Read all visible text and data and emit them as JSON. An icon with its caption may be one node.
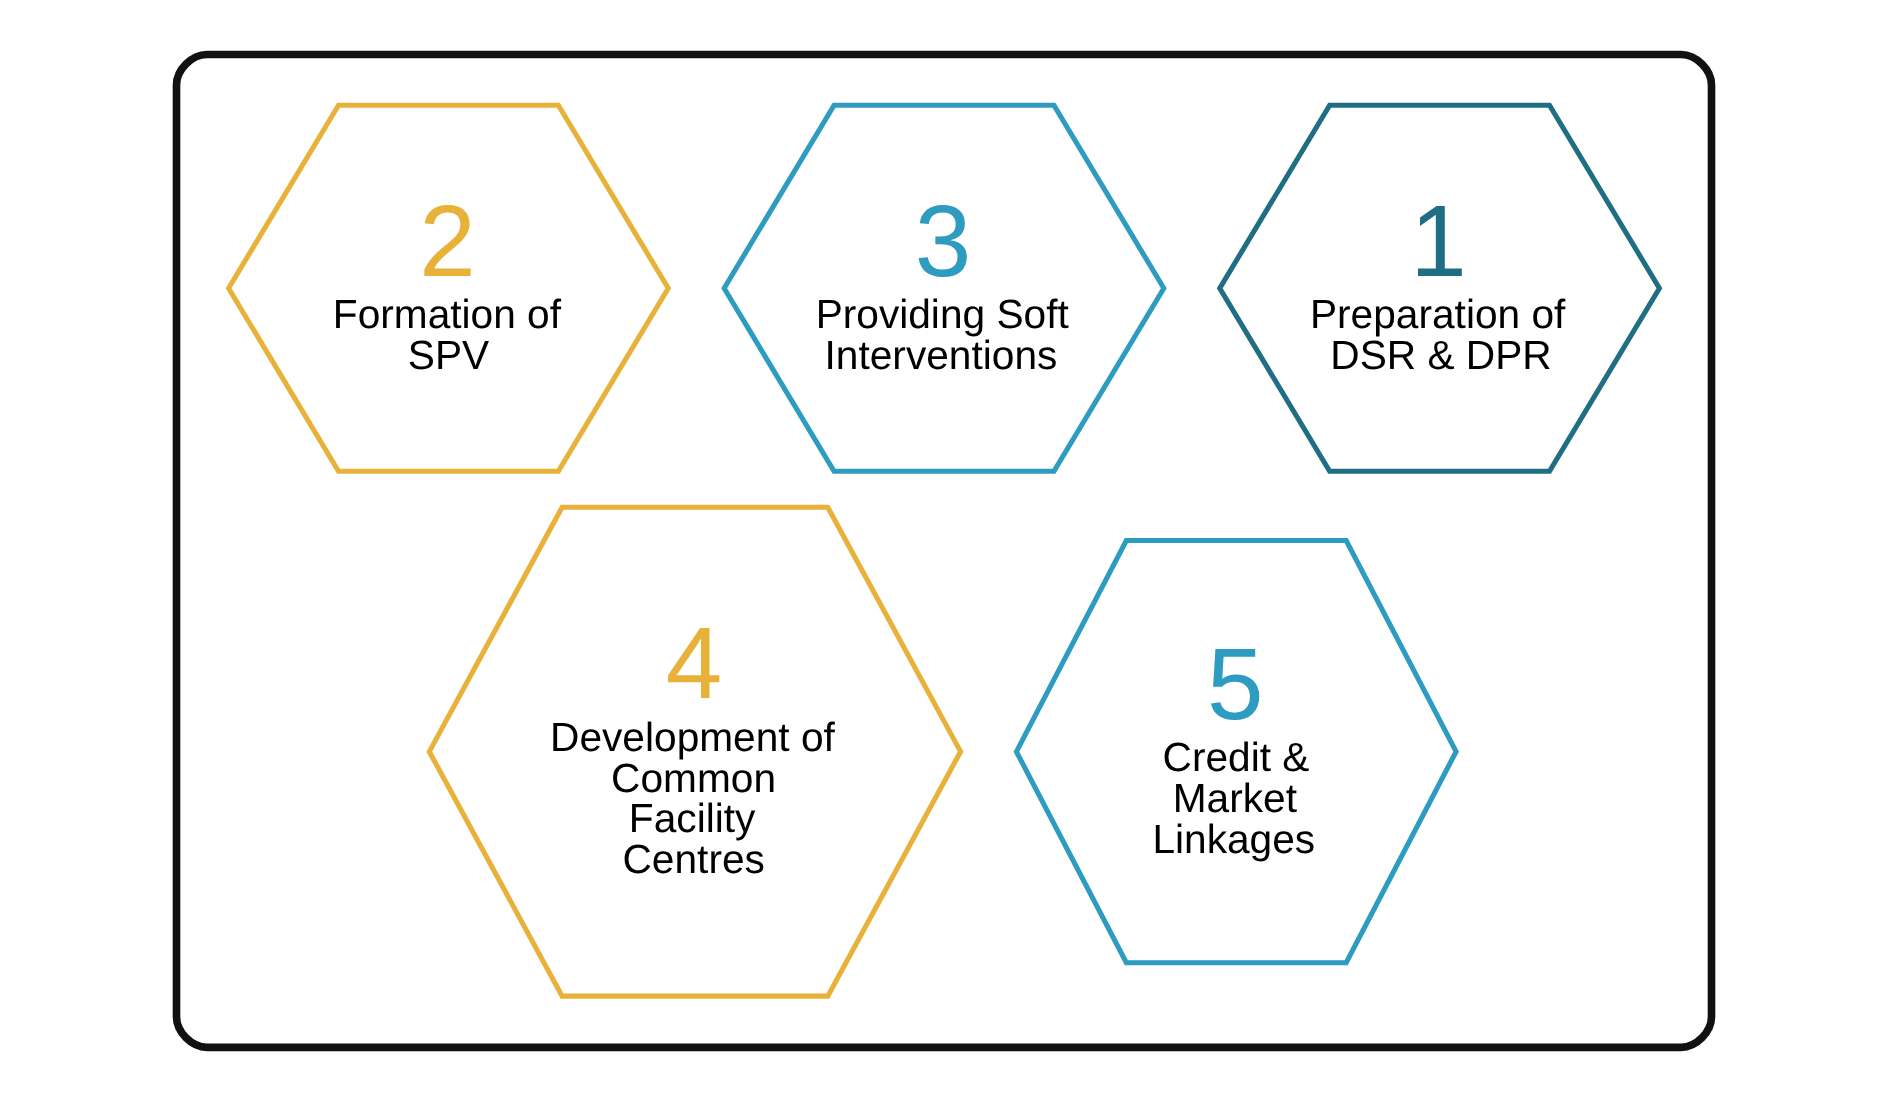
{
  "diagram": {
    "nodes": [
      {
        "text": [],
        "shape": "box"
      },
      {
        "text": [
          "1",
          "Preparation of DSR & DPR"
        ],
        "in": 0
      },
      {
        "text": [
          "2",
          "Formation of SPV"
        ],
        "in": 0
      },
      {
        "text": [
          "3",
          "Providing Soft Interventions"
        ],
        "in": 0
      },
      {
        "text": [
          "4",
          "Development of Common Facility Centres"
        ],
        "in": 0
      },
      {
        "text": [
          "5",
          "Credit & Market Linkages"
        ],
        "in": 0
      }
    ]
  }
}
